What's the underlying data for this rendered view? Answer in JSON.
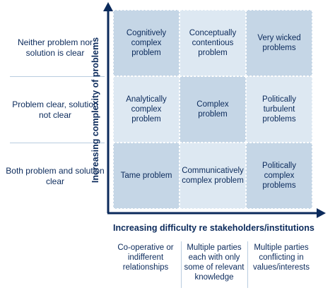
{
  "row_labels": [
    "Neither problem nor solution is clear",
    "Problem clear, solution not clear",
    "Both problem and solution clear"
  ],
  "cells": [
    [
      "Cognitively complex problem",
      "Conceptually contentious problem",
      "Very wicked problems"
    ],
    [
      "Analytically complex problem",
      "Complex problem",
      "Politically turbulent problems"
    ],
    [
      "Tame problem",
      "Communicatively complex problem",
      "Politically complex problems"
    ]
  ],
  "y_axis_label": "Increasing complexity of problems",
  "x_axis_label": "Increasing difficulty re stakeholders/institutions",
  "column_labels": [
    "Co-operative or indifferent relationships",
    "Multiple parties each with only some of relevant knowledge",
    "Multiple parties conflicting in values/interests"
  ],
  "colors": {
    "text": "#0b2a5b",
    "axis": "#0b2a5b",
    "cell_dark": "#c5d6e6",
    "cell_light": "#dde8f2",
    "separator": "#b9cde0"
  },
  "cell_shading": [
    [
      "dark",
      "light",
      "dark"
    ],
    [
      "light",
      "dark",
      "light"
    ],
    [
      "dark",
      "light",
      "dark"
    ]
  ]
}
